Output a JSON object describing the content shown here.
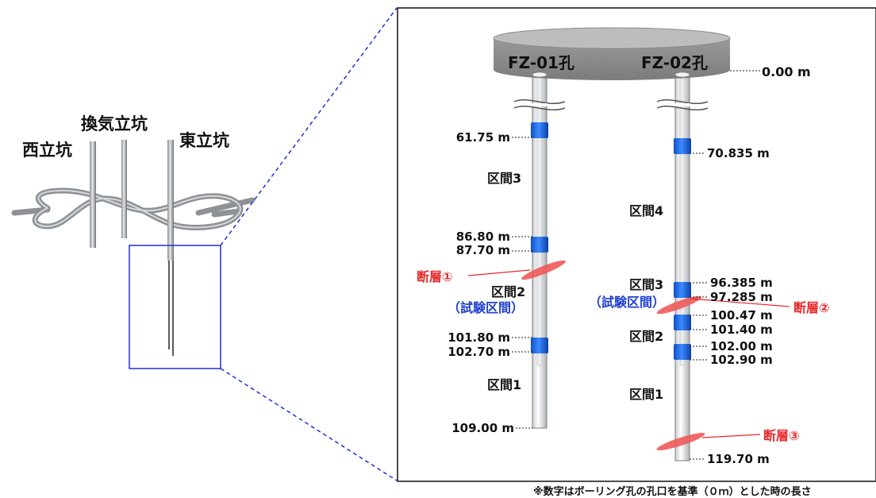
{
  "overview": {
    "west_shaft": "西立坑",
    "vent_shaft": "換気立坑",
    "east_shaft": "東立坑"
  },
  "detail": {
    "hole1_title": "FZ-01孔",
    "hole2_title": "FZ-02孔",
    "surface_depth": "0.00 m",
    "hole1": {
      "depths": [
        "61.75 m",
        "86.80 m",
        "87.70 m",
        "101.80 m",
        "102.70 m",
        "109.00 m"
      ],
      "sections": [
        "区間3",
        "区間2",
        "区間1"
      ],
      "test_section": "（試験区間）",
      "fault": "断層①"
    },
    "hole2": {
      "depths": [
        "70.835 m",
        "96.385 m",
        "97.285 m",
        "100.47 m",
        "101.40 m",
        "102.00 m",
        "102.90 m",
        "119.70 m"
      ],
      "sections": [
        "区間4",
        "区間3",
        "区間2",
        "区間1"
      ],
      "test_section": "（試験区間）",
      "fault2": "断層②",
      "fault3": "断層③"
    }
  },
  "footnote": "※数字はボーリング孔の孔口を基準（０ｍ）とした時の長さ",
  "colors": {
    "packer": "#1f6fe0",
    "fault": "#e8282a",
    "test_text": "#1f3fd0",
    "zoom_box": "#1f2fd8"
  }
}
